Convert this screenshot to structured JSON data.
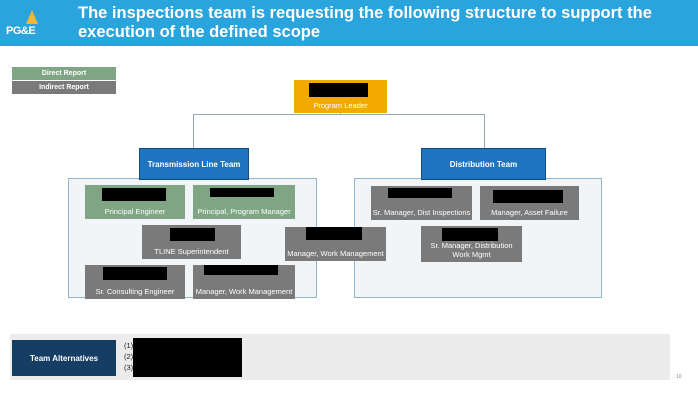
{
  "header": {
    "logo_text": "PG&E",
    "title": "The inspections team is requesting the following structure to support the execution of the defined scope"
  },
  "legend": {
    "direct": "Direct Report",
    "indirect": "Indirect Report"
  },
  "top": {
    "program_leader": "Program Leader"
  },
  "teams": {
    "transmission": "Transmission Line Team",
    "distribution": "Distribution Team"
  },
  "roles": {
    "principal_engineer": "Principal Engineer",
    "principal_program_manager": "Principal, Program Manager",
    "tline_superintendent": "TLINE Superintendent",
    "sr_consulting_engineer": "Sr. Consulting Engineer",
    "manager_work_mgmt_tline": "Manager, Work Management",
    "manager_work_mgmt_shared": "Manager, Work Management",
    "sr_manager_dist_inspections": "Sr. Manager, Dist Inspections",
    "manager_asset_failure": "Manager, Asset Failure",
    "sr_manager_dist_work_mgmt": "Sr. Manager, Distribution Work Mgmt"
  },
  "alternatives": {
    "label": "Team Alternatives",
    "items": [
      "(1)",
      "(2)",
      "(3)"
    ]
  },
  "page_number": "10",
  "colors": {
    "header_blue": "#2aa4dc",
    "team_blue": "#1e74bf",
    "leader_gold": "#f2a900",
    "direct_green": "#7fa584",
    "indirect_gray": "#7a7a7a",
    "alt_navy": "#163d63"
  }
}
